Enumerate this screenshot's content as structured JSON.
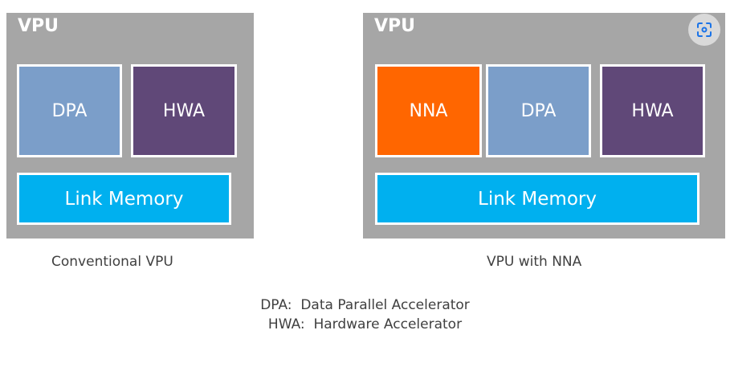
{
  "diagrams": [
    {
      "title": "VPU",
      "caption": "Conventional VPU",
      "blocks": [
        {
          "label": "DPA",
          "color": "#7b9ec9"
        },
        {
          "label": "HWA",
          "color": "#604878"
        }
      ],
      "memory": {
        "label": "Link Memory",
        "color": "#00b0ef"
      }
    },
    {
      "title": "VPU",
      "caption": "VPU with NNA",
      "blocks": [
        {
          "label": "NNA",
          "color": "#ff6600"
        },
        {
          "label": "DPA",
          "color": "#7b9ec9"
        },
        {
          "label": "HWA",
          "color": "#604878"
        }
      ],
      "memory": {
        "label": "Link Memory",
        "color": "#00b0ef"
      }
    }
  ],
  "legend": [
    "DPA:  Data Parallel Accelerator",
    "HWA:  Hardware Accelerator"
  ],
  "overlay": {
    "icon": "visual-search-icon"
  },
  "colors": {
    "container": "#a6a6a6",
    "caption_text": "#404040",
    "border": "#ffffff"
  }
}
